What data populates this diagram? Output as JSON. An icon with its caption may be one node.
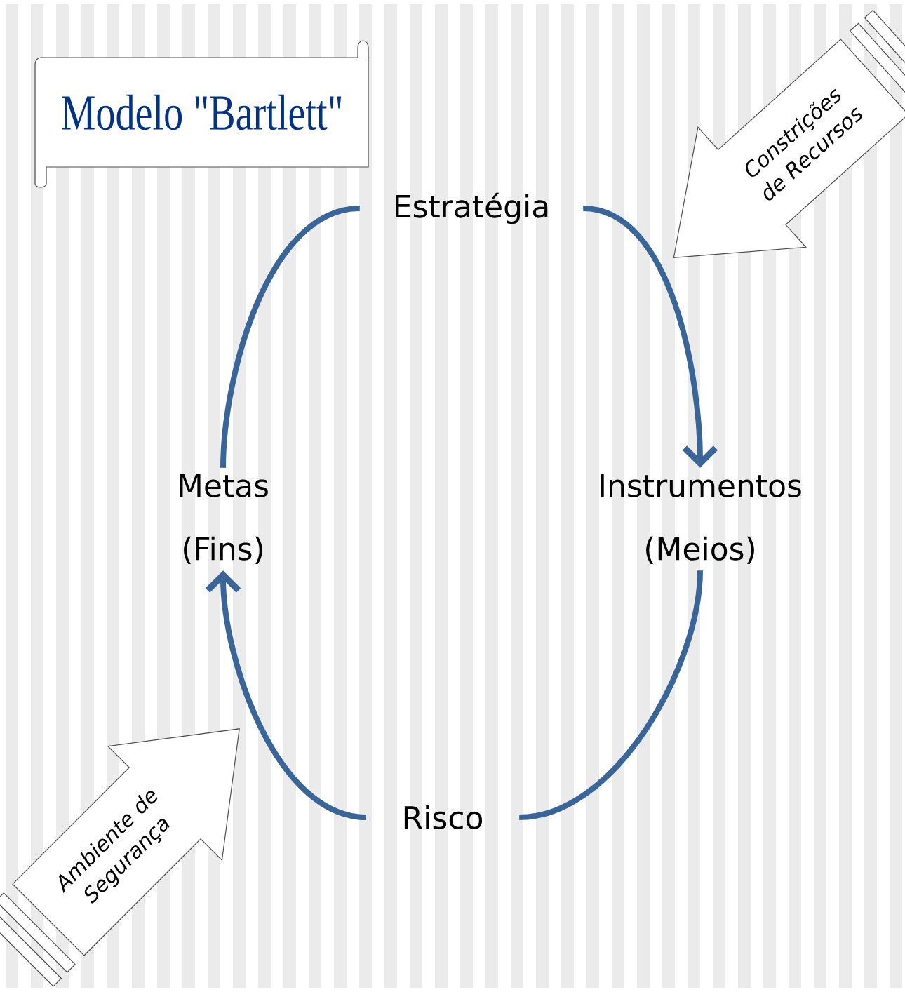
{
  "diagram": {
    "title": "Modelo \"Bartlett\"",
    "nodes": [
      {
        "text": [
          "Estratégia"
        ]
      },
      {
        "text": [
          "Instrumentos (Meios)"
        ]
      },
      {
        "text": [
          "Risco"
        ]
      },
      {
        "text": [
          "Metas (Fins)"
        ]
      },
      {
        "text": [
          "Constrições de Recursos"
        ]
      },
      {
        "text": [
          "Ambiente de Segurança"
        ]
      }
    ],
    "edges": [
      {
        "from": 0,
        "to": 1,
        "arrow": "to"
      },
      {
        "from": 1,
        "to": 2,
        "arrow": "none"
      },
      {
        "from": 2,
        "to": 3,
        "arrow": "to"
      },
      {
        "from": 3,
        "to": 0,
        "arrow": "none"
      }
    ]
  }
}
